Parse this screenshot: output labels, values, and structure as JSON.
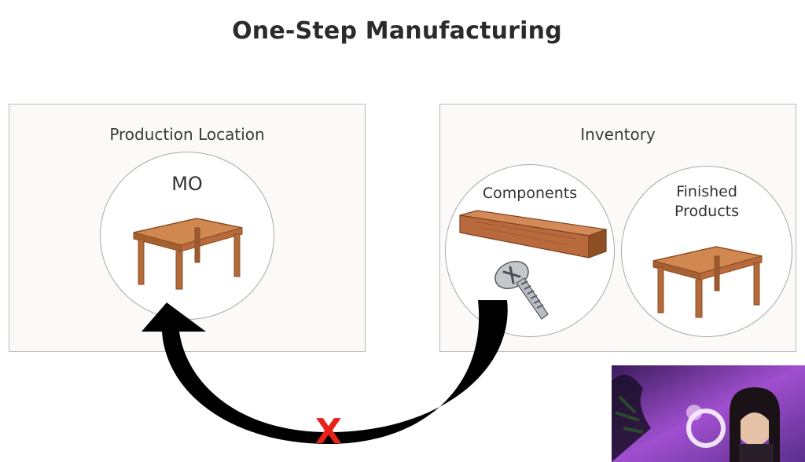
{
  "title": "One-Step Manufacturing",
  "production_panel": {
    "label": "Production Location",
    "mo_label": "MO"
  },
  "inventory_panel": {
    "label": "Inventory",
    "components_label": "Components",
    "finished_line1": "Finished",
    "finished_line2": "Products"
  },
  "flow": {
    "arrow": "black-curved-arrow",
    "blocked_mark": "X",
    "blocked_color": "#e8221b"
  },
  "colors": {
    "table_top": "#c97a44",
    "table_leg": "#b36a3a",
    "wood": "#b86a3c",
    "screw": "#b8bcc2"
  }
}
